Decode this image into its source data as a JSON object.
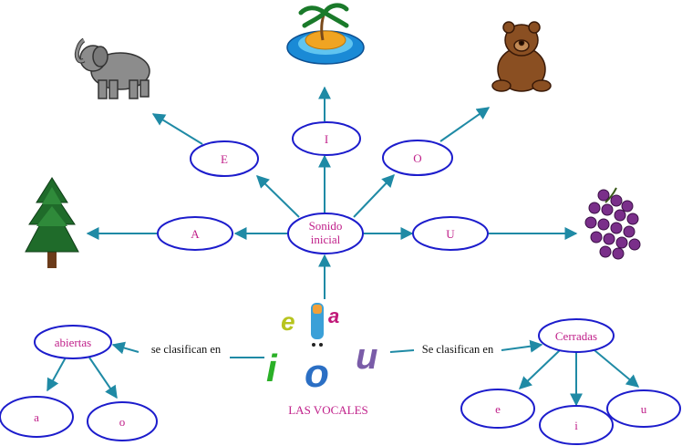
{
  "colors": {
    "node_stroke": "#1c1ccc",
    "arrow": "#1f8aa5",
    "node_text": "#c0208a"
  },
  "center": {
    "line1": "Sonido",
    "line2": "inicial"
  },
  "vowel_nodes": {
    "a": "A",
    "e": "E",
    "i": "I",
    "o": "O",
    "u": "U"
  },
  "pictures": {
    "a": "tree-icon",
    "e": "elephant-icon",
    "i": "island-icon",
    "o": "bear-icon",
    "u": "grapes-icon"
  },
  "title": "LAS VOCALES",
  "left_branch": {
    "link": "se clasifican en",
    "category": "abiertas",
    "items": [
      "a",
      "o"
    ]
  },
  "right_branch": {
    "link": "Se clasifican en",
    "category": "Cerradas",
    "items": [
      "e",
      "i",
      "u"
    ]
  },
  "logo_letters": [
    "e",
    "a",
    "i",
    "o",
    "u"
  ]
}
